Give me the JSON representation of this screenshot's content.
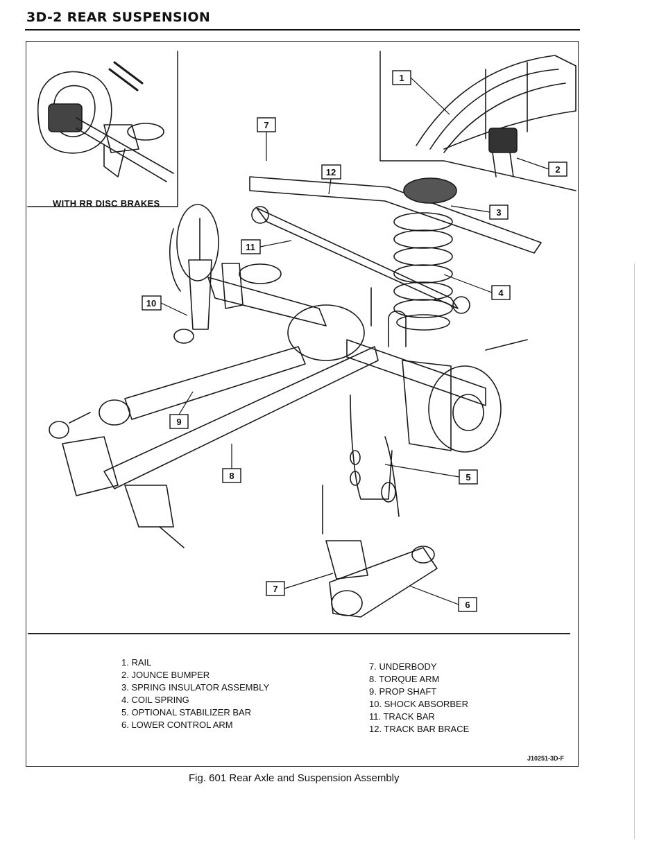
{
  "header": {
    "title": "3D-2 REAR SUSPENSION"
  },
  "inset": {
    "label": "WITH RR DISC BRAKES"
  },
  "callouts": [
    "1",
    "2",
    "3",
    "4",
    "5",
    "6",
    "7",
    "7",
    "8",
    "9",
    "10",
    "11",
    "12"
  ],
  "legend": {
    "left": [
      "1. RAIL",
      "2. JOUNCE BUMPER",
      "3. SPRING INSULATOR ASSEMBLY",
      "4. COIL SPRING",
      "5. OPTIONAL STABILIZER BAR",
      "6. LOWER CONTROL ARM"
    ],
    "right": [
      "7. UNDERBODY",
      "8. TORQUE ARM",
      "9. PROP SHAFT",
      "10. SHOCK ABSORBER",
      "11. TRACK BAR",
      "12. TRACK BAR BRACE"
    ]
  },
  "figure_code": "J10251-3D-F",
  "caption": "Fig. 601 Rear Axle and Suspension Assembly"
}
